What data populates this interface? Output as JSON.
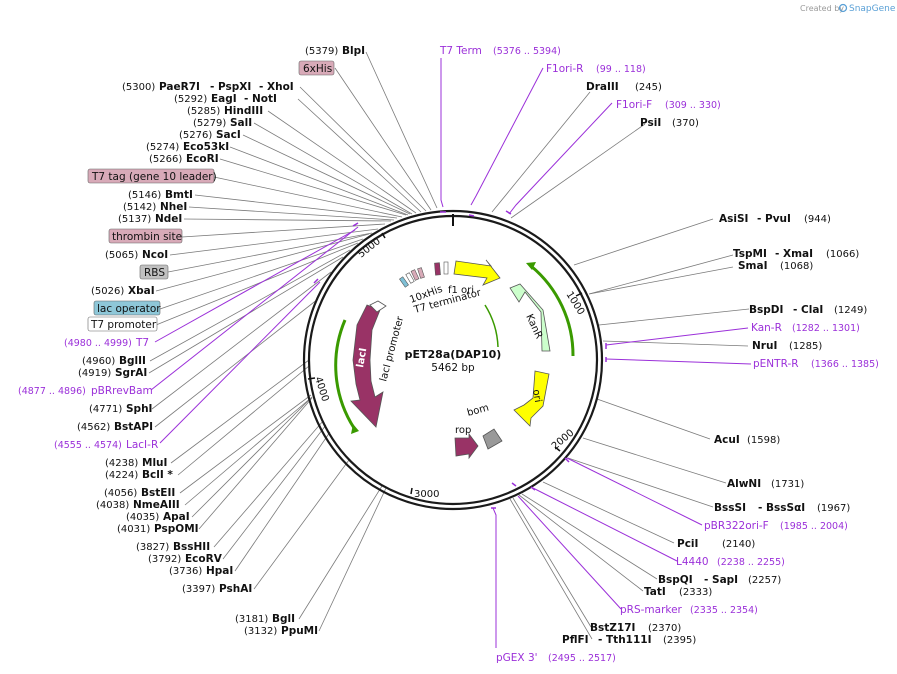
{
  "credit": {
    "created_by": "Created by",
    "brand": "SnapGene"
  },
  "map": {
    "name": "pET28a(DAP10)",
    "size": "5462 bp"
  },
  "ticks": [
    "1000",
    "2000",
    "3000",
    "4000",
    "5000"
  ],
  "inner_labels": {
    "f1_ori": "f1 ori",
    "kanr": "KanR",
    "ori": "ori",
    "bom": "bom",
    "rop": "rop",
    "laci": "lacI",
    "laci_promoter": "lacI promoter",
    "his10": "10xHis",
    "t7_terminator": "T7 terminator"
  },
  "left_labels": {
    "blpi": {
      "pos": "(5379)",
      "name": "BlpI"
    },
    "his6": "6xHis",
    "paer7i": {
      "pos": "(5300)",
      "name": "PaeR7I",
      "name2": "- PspXI",
      "name3": "- XhoI"
    },
    "eagi": {
      "pos": "(5292)",
      "name": "EagI",
      "name2": "- NotI"
    },
    "hindiii": {
      "pos": "(5285)",
      "name": "HindIII"
    },
    "sali": {
      "pos": "(5279)",
      "name": "SalI"
    },
    "saci": {
      "pos": "(5276)",
      "name": "SacI"
    },
    "eco53ki": {
      "pos": "(5274)",
      "name": "Eco53kI"
    },
    "ecori": {
      "pos": "(5266)",
      "name": "EcoRI"
    },
    "t7tag": "T7 tag (gene 10 leader)",
    "bmti": {
      "pos": "(5146)",
      "name": "BmtI"
    },
    "nhei": {
      "pos": "(5142)",
      "name": "NheI"
    },
    "ndei": {
      "pos": "(5137)",
      "name": "NdeI"
    },
    "thrombin": "thrombin site",
    "ncoi": {
      "pos": "(5065)",
      "name": "NcoI"
    },
    "rbs": "RBS",
    "xbai": {
      "pos": "(5026)",
      "name": "XbaI"
    },
    "lacop": "lac operator",
    "t7prom": "T7 promoter",
    "t7primer": {
      "pos": "(4980 .. 4999)",
      "name": "T7"
    },
    "bglii": {
      "pos": "(4960)",
      "name": "BglII"
    },
    "sgrai": {
      "pos": "(4919)",
      "name": "SgrAI"
    },
    "pbrrevbam": {
      "pos": "(4877 .. 4896)",
      "name": "pBRrevBam"
    },
    "sphi": {
      "pos": "(4771)",
      "name": "SphI"
    },
    "bstapi": {
      "pos": "(4562)",
      "name": "BstAPI"
    },
    "lacir": {
      "pos": "(4555 .. 4574)",
      "name": "LacI-R"
    },
    "mlui": {
      "pos": "(4238)",
      "name": "MluI"
    },
    "bcli": {
      "pos": "(4224)",
      "name": "BclI *"
    },
    "bsteii": {
      "pos": "(4056)",
      "name": "BstEII"
    },
    "nmeaiii": {
      "pos": "(4038)",
      "name": "NmeAIII"
    },
    "apai": {
      "pos": "(4035)",
      "name": "ApaI"
    },
    "pspomi": {
      "pos": "(4031)",
      "name": "PspOMI"
    },
    "bsshii": {
      "pos": "(3827)",
      "name": "BssHII"
    },
    "ecorv": {
      "pos": "(3792)",
      "name": "EcoRV"
    },
    "hpai": {
      "pos": "(3736)",
      "name": "HpaI"
    },
    "pshai": {
      "pos": "(3397)",
      "name": "PshAI"
    },
    "bgli": {
      "pos": "(3181)",
      "name": "BglI"
    },
    "ppumi": {
      "pos": "(3132)",
      "name": "PpuMI"
    }
  },
  "right_labels": {
    "t7term": {
      "name": "T7 Term",
      "pos": "(5376 .. 5394)"
    },
    "f1orir": {
      "name": "F1ori-R",
      "pos": "(99 .. 118)"
    },
    "draiii": {
      "name": "DraIII",
      "pos": "(245)"
    },
    "f1orif": {
      "name": "F1ori-F",
      "pos": "(309 .. 330)"
    },
    "psii": {
      "name": "PsiI",
      "pos": "(370)"
    },
    "asisi": {
      "name": "AsiSI",
      "name2": "- PvuI",
      "pos": "(944)"
    },
    "tspmi": {
      "name": "TspMI",
      "name2": "- XmaI",
      "pos": "(1066)"
    },
    "smai": {
      "name": "SmaI",
      "pos": "(1068)"
    },
    "bspdi": {
      "name": "BspDI",
      "name2": "- ClaI",
      "pos": "(1249)"
    },
    "kanr": {
      "name": "Kan-R",
      "pos": "(1282 .. 1301)"
    },
    "nrui": {
      "name": "NruI",
      "pos": "(1285)"
    },
    "pentr": {
      "name": "pENTR-R",
      "pos": "(1366 .. 1385)"
    },
    "acui": {
      "name": "AcuI",
      "pos": "(1598)"
    },
    "alwni": {
      "name": "AlwNI",
      "pos": "(1731)"
    },
    "bsssi": {
      "name": "BssSI",
      "name2": "- BssSαI",
      "pos": "(1967)"
    },
    "pbr322": {
      "name": "pBR322ori-F",
      "pos": "(1985 .. 2004)"
    },
    "pcii": {
      "name": "PciI",
      "pos": "(2140)"
    },
    "l4440": {
      "name": "L4440",
      "pos": "(2238 .. 2255)"
    },
    "bspqi": {
      "name": "BspQI",
      "name2": "- SapI",
      "pos": "(2257)"
    },
    "tati": {
      "name": "TatI",
      "pos": "(2333)"
    },
    "prs": {
      "name": "pRS-marker",
      "pos": "(2335 .. 2354)"
    },
    "bstz17i": {
      "name": "BstZ17I",
      "pos": "(2370)"
    },
    "pflfi": {
      "name": "PflFI",
      "name2": "- Tth111I",
      "pos": "(2395)"
    },
    "pgex": {
      "name": "pGEX 3'",
      "pos": "(2495 .. 2517)"
    }
  },
  "colors": {
    "backbone": "#1a1a1a",
    "primer": "#9b30d9",
    "yellow_feature": "#ffff00",
    "kanr_feature": "#ccffcc",
    "laci_feature": "#993366",
    "rop_feature": "#993366",
    "bom_feature": "#999999",
    "tag_box": "#d8aab8",
    "rbs_box": "#c0c0c0",
    "lacop_box": "#8ec7d8",
    "green_arrow": "#3a9a00"
  }
}
